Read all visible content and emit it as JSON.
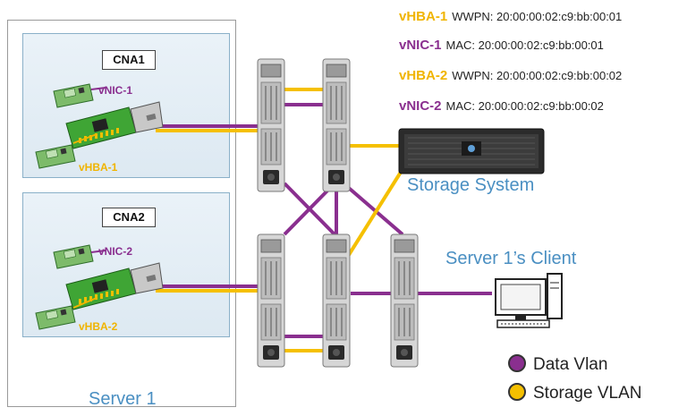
{
  "server": {
    "label": "Server 1"
  },
  "cna1": {
    "label": "CNA1",
    "vnic": "vNIC-1",
    "vhba": "vHBA-1"
  },
  "cna2": {
    "label": "CNA2",
    "vnic": "vNIC-2",
    "vhba": "vHBA-2"
  },
  "info": [
    {
      "tag": "vHBA-1",
      "kind": "WWPN:",
      "value": "20:00:00:02:c9:bb:00:01",
      "color": "#f0b400"
    },
    {
      "tag": "vNIC-1",
      "kind": "MAC:",
      "value": "20:00:00:02:c9:bb:00:01",
      "color": "#8a2f8f"
    },
    {
      "tag": "vHBA-2",
      "kind": "WWPN:",
      "value": "20:00:00:02:c9:bb:00:02",
      "color": "#f0b400"
    },
    {
      "tag": "vNIC-2",
      "kind": "MAC:",
      "value": "20:00:00:02:c9:bb:00:02",
      "color": "#8a2f8f"
    }
  ],
  "storage": {
    "label": "Storage System"
  },
  "client": {
    "label": "Server 1’s Client"
  },
  "legend": [
    {
      "label": "Data Vlan",
      "color": "#8a2f8f"
    },
    {
      "label": "Storage VLAN",
      "color": "#f5c000"
    }
  ],
  "colors": {
    "data": "#8a2f8f",
    "storage": "#f5c000",
    "title_blue": "#4a8fc2"
  }
}
